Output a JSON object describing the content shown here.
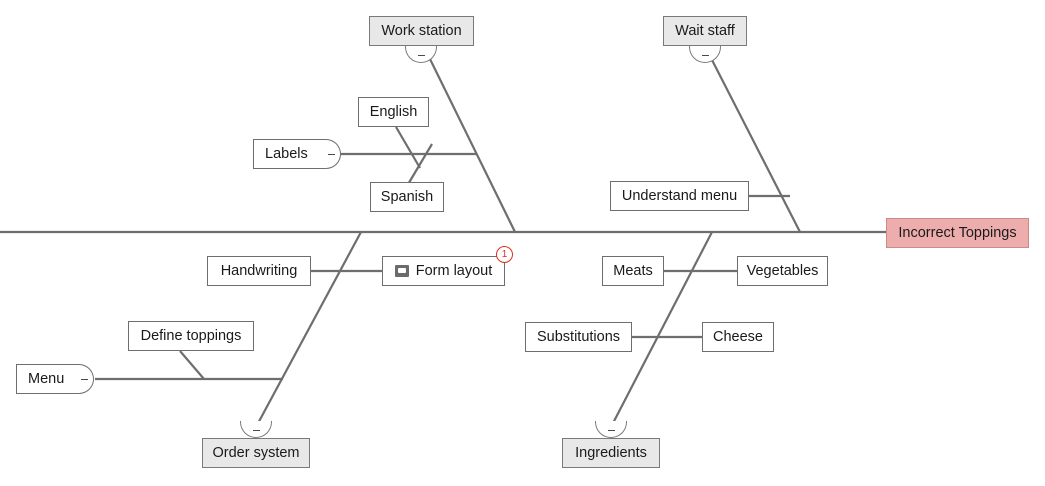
{
  "diagram": {
    "type": "fishbone-ishikawa",
    "title_node": {
      "label": "Incorrect Toppings",
      "color": "#eeadad"
    },
    "line_color": "#6e6e6e",
    "category_fill": "#e8e8e8",
    "cause_fill": "#ffffff",
    "collapse_glyph": "–",
    "categories": [
      {
        "id": "work-station",
        "label": "Work station",
        "side": "top",
        "collapsible": true
      },
      {
        "id": "wait-staff",
        "label": "Wait staff",
        "side": "top",
        "collapsible": true
      },
      {
        "id": "order-system",
        "label": "Order system",
        "side": "bottom",
        "collapsible": true
      },
      {
        "id": "ingredients",
        "label": "Ingredients",
        "side": "bottom",
        "collapsible": true
      }
    ],
    "causes": [
      {
        "id": "labels",
        "label": "Labels",
        "parent": "work-station",
        "capped": true
      },
      {
        "id": "english",
        "label": "English",
        "parent": "labels"
      },
      {
        "id": "spanish",
        "label": "Spanish",
        "parent": "labels"
      },
      {
        "id": "understand-menu",
        "label": "Understand menu",
        "parent": "wait-staff"
      },
      {
        "id": "handwriting",
        "label": "Handwriting",
        "parent": "order-system"
      },
      {
        "id": "form-layout",
        "label": "Form layout",
        "parent": "order-system",
        "icon": "note-icon",
        "badge": "1"
      },
      {
        "id": "menu",
        "label": "Menu",
        "parent": "order-system",
        "capped": true
      },
      {
        "id": "define-toppings",
        "label": "Define toppings",
        "parent": "menu"
      },
      {
        "id": "meats",
        "label": "Meats",
        "parent": "ingredients"
      },
      {
        "id": "vegetables",
        "label": "Vegetables",
        "parent": "meats"
      },
      {
        "id": "substitutions",
        "label": "Substitutions",
        "parent": "ingredients"
      },
      {
        "id": "cheese",
        "label": "Cheese",
        "parent": "substitutions"
      }
    ],
    "badges": [
      {
        "owner": "form-layout",
        "count": "1",
        "color": "#d93025"
      }
    ]
  }
}
